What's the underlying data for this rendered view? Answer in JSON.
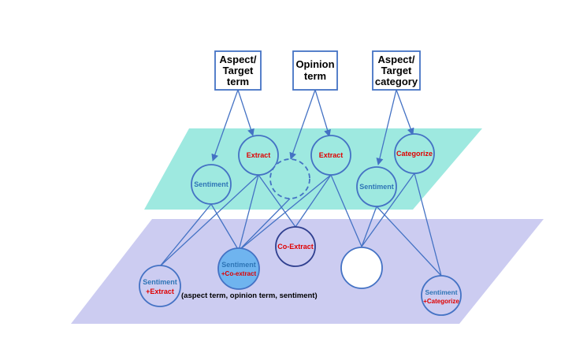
{
  "colors": {
    "upper_plane": "#9ee9e0",
    "lower_plane": "#ccccf1",
    "edge": "#4472c4",
    "node_stroke": "#4472c4",
    "highlight_fill": "#6fb4ef",
    "label_blue": "#2e75b6",
    "label_red": "#e00000"
  },
  "boxes": {
    "aspect_term": [
      "Aspect/",
      "Target",
      "term"
    ],
    "opinion_term": [
      "Opinion",
      "term"
    ],
    "aspect_category": [
      "Aspect/",
      "Target",
      "category"
    ]
  },
  "upper_nodes": {
    "sentiment_left": "Sentiment",
    "extract_left": "Extract",
    "hidden": "",
    "extract_right": "Extract",
    "sentiment_right": "Sentiment",
    "categorize": "Categorize"
  },
  "lower_nodes": {
    "sentiment_extract": {
      "line1": "Sentiment",
      "line2": "+Extract"
    },
    "sentiment_coextract": {
      "line1": "Sentiment",
      "line2": "+Co-extract"
    },
    "coextract": "Co-Extract",
    "empty": "",
    "sentiment_categorize": {
      "line1": "Sentiment",
      "line2": "+Categorize"
    }
  },
  "triplet_caption": "(aspect term, opinion term, sentiment)"
}
